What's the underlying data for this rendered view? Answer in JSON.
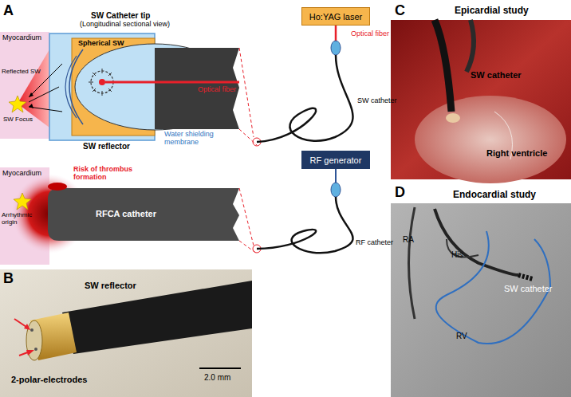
{
  "diagram": {
    "nodes": [
      {
        "text": [
          "Ho:YAG laser"
        ]
      },
      {
        "text": [
          "RF generator"
        ]
      }
    ],
    "edges": [],
    "labels": [
      "A",
      "SW Catheter tip",
      "(Longitudinal sectional view)",
      "Myocardium",
      "Spherical SW",
      "Reflected SW",
      "SW Focus",
      "SW reflector",
      "Water shielding membrane",
      "Optical fiber",
      "Optical fiber",
      "SW catheter",
      "Myocardium",
      "Risk of thrombus formation",
      "Arrhythmic origin",
      "RFCA catheter",
      "RF catheter",
      "B",
      "SW reflector",
      "2-polar-electrodes",
      "2.0 mm",
      "C",
      "Epicardial study",
      "SW catheter",
      "Right ventricle",
      "D",
      "Endocardial study",
      "RA",
      "His",
      "SW catheter",
      "RV"
    ]
  }
}
